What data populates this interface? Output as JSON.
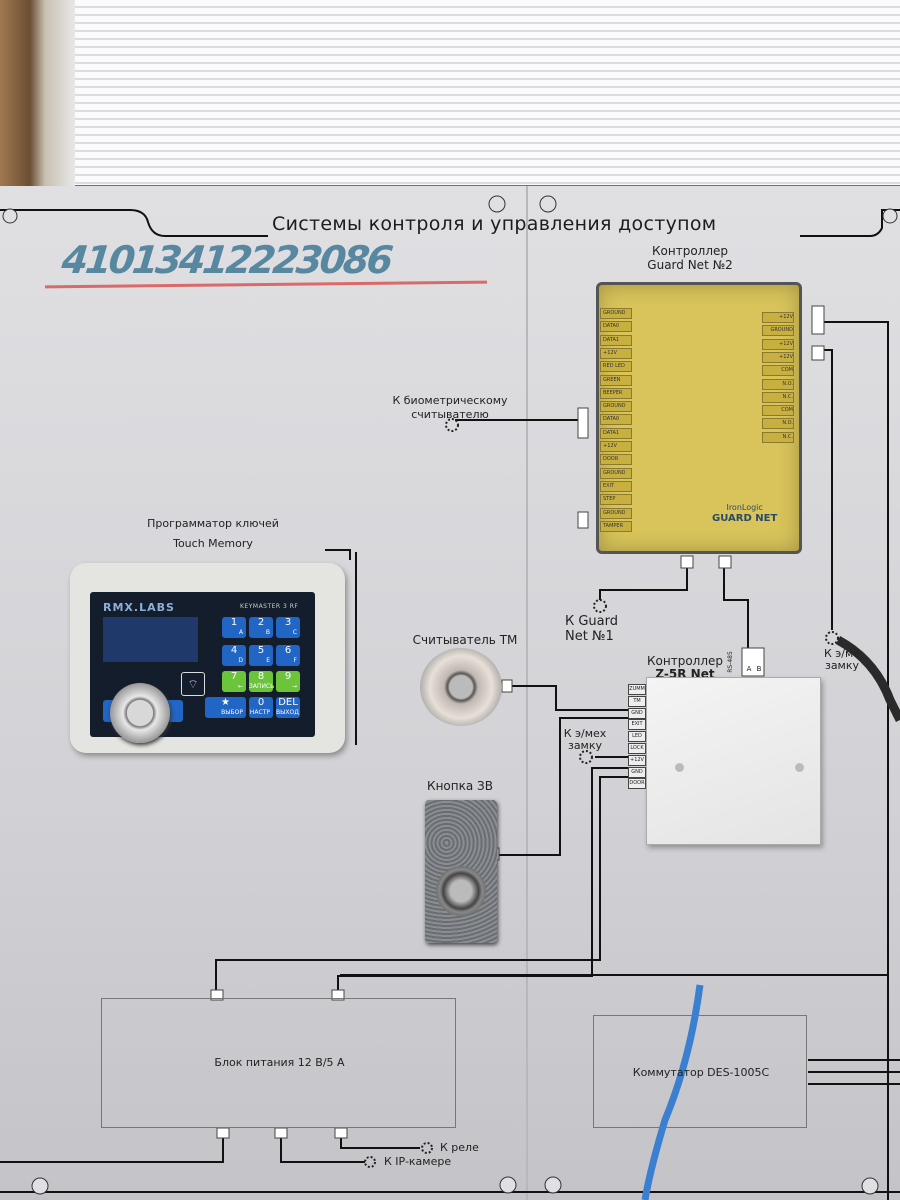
{
  "panel": {
    "title": "Системы контроля и управления доступом",
    "handwritten_number": "41013412223086"
  },
  "guard_net": {
    "label_line1": "Контроллер",
    "label_line2": "Guard Net №2",
    "logo_brand": "IronLogic",
    "logo_model": "GUARD NET",
    "left_terminals": [
      "GROUND",
      "DATA0",
      "DATA1",
      "+12V",
      "RED LED",
      "GREEN LED",
      "BEEPER",
      "GROUND",
      "DATA0",
      "DATA1",
      "+12V",
      "DOOR",
      "GROUND",
      "EXIT",
      "STEP",
      "GROUND",
      "TAMPER"
    ],
    "right_terminals": [
      "+12V",
      "GROUND",
      "+12V",
      "+12V",
      "COM",
      "N.O.",
      "N.C.",
      "COM",
      "N.O.",
      "N.C."
    ]
  },
  "labels": {
    "biometric_line1": "К биометрическому",
    "biometric_line2": "считывателю",
    "guardnet1_line1": "К Guard",
    "guardnet1_line2": "Net №1",
    "programmer_line1": "Программатор ключей",
    "programmer_line2": "Touch Memory",
    "reader": "Считыватель ТМ",
    "z5r_line1": "Контроллер",
    "z5r_line2": "Z-5R Net",
    "rs485": "RS-485",
    "rs485_a": "A",
    "rs485_b": "B",
    "lock_left_line1": "К э/мех",
    "lock_left_line2": "замку",
    "lock_right_line1": "К э/ме",
    "lock_right_line2": "замку",
    "exit_button": "Кнопка ЗВ",
    "psu": "Блок питания  12 В/5 А",
    "switch": "Коммутатор DES-1005C",
    "relay": "К реле",
    "ip_camera": "К IP-камере"
  },
  "z5r_terminals": [
    "ZUMM",
    "TM",
    "GND",
    "EXIT",
    "LED",
    "LOCK",
    "+12V",
    "GND",
    "DOOR"
  ],
  "keymaster": {
    "brand": "RMX.LABS",
    "model": "KEYMASTER 3 RF",
    "keys": [
      {
        "main": "1",
        "sub": "A",
        "color": "blue"
      },
      {
        "main": "2",
        "sub": "B",
        "color": "blue"
      },
      {
        "main": "3",
        "sub": "C",
        "color": "blue"
      },
      {
        "main": "4",
        "sub": "D",
        "color": "blue"
      },
      {
        "main": "5",
        "sub": "E",
        "color": "blue"
      },
      {
        "main": "6",
        "sub": "F",
        "color": "blue"
      },
      {
        "main": "7",
        "sub": "←",
        "color": "green"
      },
      {
        "main": "8",
        "sub": "ЗАПИСЬ",
        "color": "green"
      },
      {
        "main": "9",
        "sub": "→",
        "color": "green"
      },
      {
        "main": "★",
        "sub": "ВЫБОР",
        "color": "blue"
      },
      {
        "main": "0",
        "sub": "НАСТР",
        "color": "blue"
      },
      {
        "main": "DEL",
        "sub": "ВЫХОД",
        "color": "blue"
      }
    ]
  },
  "colors": {
    "panel": "#d8d8dc",
    "key_blue": "#2166c4",
    "key_green": "#6cc43a",
    "guard_net_board": "#d8c45a",
    "cable": "#3a7fd0"
  }
}
